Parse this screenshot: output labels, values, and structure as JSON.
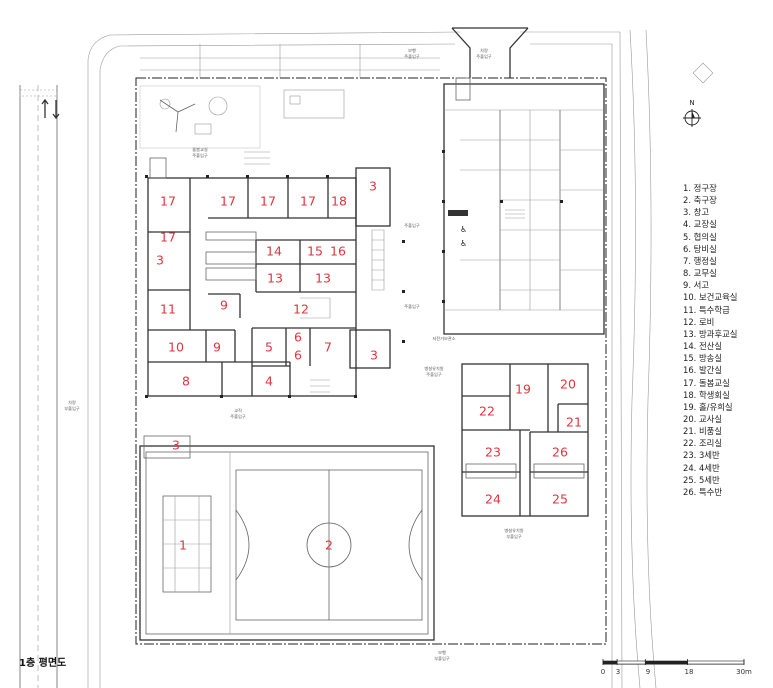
{
  "drawing_title": "1층 평면도",
  "north_label": "N",
  "legend": [
    "1. 정구장",
    "2. 축구장",
    "3. 창고",
    "4. 교장실",
    "5. 협의실",
    "6. 탕비실",
    "7. 행정실",
    "8. 교무실",
    "9. 서고",
    "10. 보건교육실",
    "11. 특수학급",
    "12. 로비",
    "13. 방과후교실",
    "14. 전산실",
    "15. 방송실",
    "16. 발간실",
    "17. 돌봄교실",
    "18. 학생회실",
    "19. 홀/유희실",
    "20. 교사실",
    "21. 비품실",
    "22. 조리실",
    "23. 3세반",
    "24. 4세반",
    "25. 5세반",
    "26. 특수반"
  ],
  "rooms": [
    {
      "n": "17"
    },
    {
      "n": "17"
    },
    {
      "n": "17"
    },
    {
      "n": "17"
    },
    {
      "n": "18"
    },
    {
      "n": "3"
    },
    {
      "n": "17"
    },
    {
      "n": "3"
    },
    {
      "n": "14"
    },
    {
      "n": "15"
    },
    {
      "n": "16"
    },
    {
      "n": "13"
    },
    {
      "n": "13"
    },
    {
      "n": "11"
    },
    {
      "n": "9"
    },
    {
      "n": "12"
    },
    {
      "n": "10"
    },
    {
      "n": "9"
    },
    {
      "n": "5"
    },
    {
      "n": "6"
    },
    {
      "n": "6"
    },
    {
      "n": "7"
    },
    {
      "n": "3"
    },
    {
      "n": "8"
    },
    {
      "n": "4"
    },
    {
      "n": "3"
    },
    {
      "n": "1"
    },
    {
      "n": "2"
    },
    {
      "n": "19"
    },
    {
      "n": "20"
    },
    {
      "n": "22"
    },
    {
      "n": "21"
    },
    {
      "n": "23"
    },
    {
      "n": "26"
    },
    {
      "n": "24"
    },
    {
      "n": "25"
    }
  ],
  "entrance_labels": [
    {
      "l1": "보행",
      "l2": "주출입구"
    },
    {
      "l1": "차량",
      "l2": "주출입구"
    },
    {
      "l1": "돌봄교실",
      "l2": "주출입구"
    },
    {
      "l1": "",
      "l2": "주출입구"
    },
    {
      "l1": "",
      "l2": "주출입구"
    },
    {
      "l1": "차량",
      "l2": "부출입구"
    },
    {
      "l1": "병설유치원",
      "l2": "주출입구"
    },
    {
      "l1": "교직",
      "l2": "주출입구"
    },
    {
      "l1": "병설유치원",
      "l2": "부출입구"
    },
    {
      "l1": "보행",
      "l2": "부출입구"
    }
  ],
  "small_note": "자전거보관소",
  "scale": {
    "ticks": [
      "0",
      "3",
      "9",
      "18",
      "30m"
    ],
    "values": [
      0,
      3,
      9,
      18,
      30
    ]
  }
}
